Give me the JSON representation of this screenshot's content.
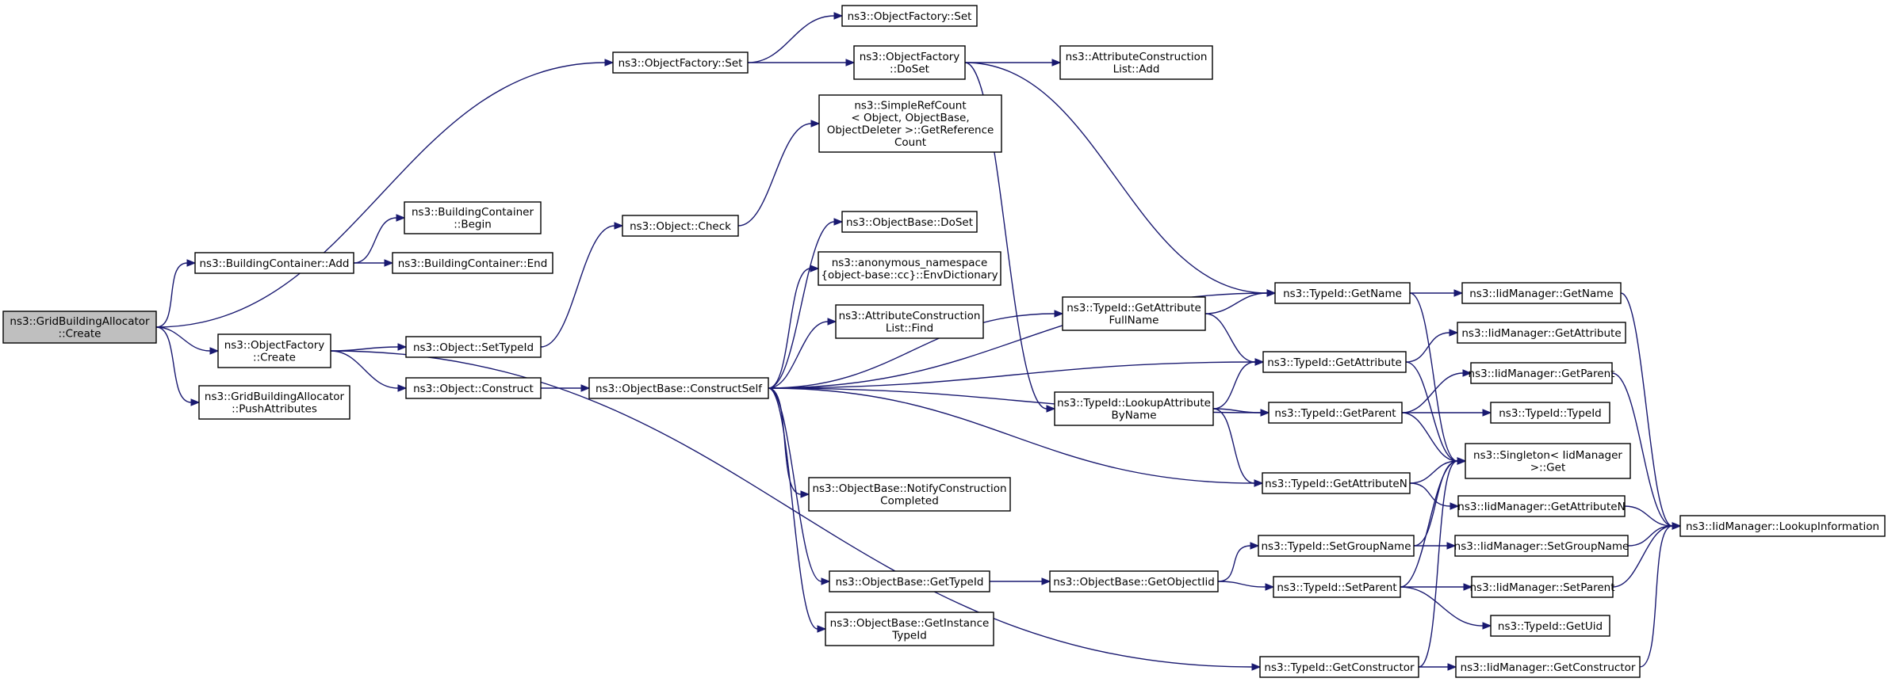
{
  "graph": {
    "colors": {
      "edge": "#191970",
      "node_border": "#000000",
      "node_fill": "#ffffff",
      "root_fill": "#bfbfbf"
    },
    "nodes": {
      "gba_create": [
        "ns3::GridBuildingAllocator",
        "::Create"
      ],
      "bc_add": [
        "ns3::BuildingContainer::Add"
      ],
      "bc_begin": [
        "ns3::BuildingContainer",
        "::Begin"
      ],
      "bc_end": [
        "ns3::BuildingContainer::End"
      ],
      "of_set_a": [
        "ns3::ObjectFactory::Set"
      ],
      "of_set_b": [
        "ns3::ObjectFactory::Set"
      ],
      "of_doset": [
        "ns3::ObjectFactory",
        "::DoSet"
      ],
      "acl_add": [
        "ns3::AttributeConstruction",
        "List::Add"
      ],
      "src_getref": [
        "ns3::SimpleRefCount",
        "< Object, ObjectBase,",
        "ObjectDeleter >::GetReference",
        "Count"
      ],
      "obj_check": [
        "ns3::Object::Check"
      ],
      "ob_doset": [
        "ns3::ObjectBase::DoSet"
      ],
      "envdict": [
        "ns3::anonymous_namespace",
        "{object-base::cc}::EnvDictionary"
      ],
      "acl_find": [
        "ns3::AttributeConstruction",
        "List::Find"
      ],
      "of_create": [
        "ns3::ObjectFactory",
        "::Create"
      ],
      "gba_push": [
        "ns3::GridBuildingAllocator",
        "::PushAttributes"
      ],
      "obj_settypeid": [
        "ns3::Object::SetTypeId"
      ],
      "obj_construct": [
        "ns3::Object::Construct"
      ],
      "ob_constructself": [
        "ns3::ObjectBase::ConstructSelf"
      ],
      "tid_getattrfullname": [
        "ns3::TypeId::GetAttribute",
        "FullName"
      ],
      "tid_lookupattr": [
        "ns3::TypeId::LookupAttribute",
        "ByName"
      ],
      "ob_notify": [
        "ns3::ObjectBase::NotifyConstruction",
        "Completed"
      ],
      "ob_gettypeid": [
        "ns3::ObjectBase::GetTypeId"
      ],
      "ob_getinstance": [
        "ns3::ObjectBase::GetInstance",
        "TypeId"
      ],
      "ob_getobjectiid": [
        "ns3::ObjectBase::GetObjectIid"
      ],
      "tid_getname": [
        "ns3::TypeId::GetName"
      ],
      "tid_getattribute": [
        "ns3::TypeId::GetAttribute"
      ],
      "tid_getparent": [
        "ns3::TypeId::GetParent"
      ],
      "tid_getattributen": [
        "ns3::TypeId::GetAttributeN"
      ],
      "tid_setgroupname": [
        "ns3::TypeId::SetGroupName"
      ],
      "tid_setparent": [
        "ns3::TypeId::SetParent"
      ],
      "tid_getconstructor": [
        "ns3::TypeId::GetConstructor"
      ],
      "iid_getname": [
        "ns3::IidManager::GetName"
      ],
      "iid_getattribute": [
        "ns3::IidManager::GetAttribute"
      ],
      "iid_getparent": [
        "ns3::IidManager::GetParent"
      ],
      "tid_typeid": [
        "ns3::TypeId::TypeId"
      ],
      "singleton_get": [
        "ns3::Singleton< IidManager",
        ">::Get"
      ],
      "iid_getattributen": [
        "ns3::IidManager::GetAttributeN"
      ],
      "iid_setgroupname": [
        "ns3::IidManager::SetGroupName"
      ],
      "iid_setparent": [
        "ns3::IidManager::SetParent"
      ],
      "tid_getuid": [
        "ns3::TypeId::GetUid"
      ],
      "iid_getconstructor": [
        "ns3::IidManager::GetConstructor"
      ],
      "iid_lookupinfo": [
        "ns3::IidManager::LookupInformation"
      ]
    },
    "edges": [
      [
        "gba_create",
        "bc_add"
      ],
      [
        "gba_create",
        "of_set_a"
      ],
      [
        "gba_create",
        "of_create"
      ],
      [
        "gba_create",
        "gba_push"
      ],
      [
        "bc_add",
        "bc_begin"
      ],
      [
        "bc_add",
        "bc_end"
      ],
      [
        "of_set_a",
        "of_set_b"
      ],
      [
        "of_set_a",
        "of_doset"
      ],
      [
        "of_doset",
        "acl_add"
      ],
      [
        "of_doset",
        "tid_getname"
      ],
      [
        "of_doset",
        "tid_lookupattr"
      ],
      [
        "of_create",
        "obj_settypeid"
      ],
      [
        "of_create",
        "obj_construct"
      ],
      [
        "of_create",
        "tid_getconstructor"
      ],
      [
        "obj_settypeid",
        "obj_check"
      ],
      [
        "obj_check",
        "src_getref"
      ],
      [
        "obj_construct",
        "ob_constructself"
      ],
      [
        "ob_constructself",
        "ob_doset"
      ],
      [
        "ob_constructself",
        "envdict"
      ],
      [
        "ob_constructself",
        "acl_find"
      ],
      [
        "ob_constructself",
        "tid_getname"
      ],
      [
        "ob_constructself",
        "tid_getattrfullname"
      ],
      [
        "ob_constructself",
        "tid_getattribute"
      ],
      [
        "ob_constructself",
        "tid_getparent"
      ],
      [
        "ob_constructself",
        "tid_getattributen"
      ],
      [
        "ob_constructself",
        "ob_notify"
      ],
      [
        "ob_constructself",
        "ob_gettypeid"
      ],
      [
        "ob_constructself",
        "ob_getinstance"
      ],
      [
        "tid_getattrfullname",
        "tid_getname"
      ],
      [
        "tid_getattrfullname",
        "tid_getattribute"
      ],
      [
        "tid_lookupattr",
        "tid_getattribute"
      ],
      [
        "tid_lookupattr",
        "tid_getparent"
      ],
      [
        "tid_lookupattr",
        "tid_getattributen"
      ],
      [
        "ob_gettypeid",
        "ob_getobjectiid"
      ],
      [
        "ob_getobjectiid",
        "tid_setgroupname"
      ],
      [
        "ob_getobjectiid",
        "tid_setparent"
      ],
      [
        "tid_getname",
        "iid_getname"
      ],
      [
        "tid_getname",
        "singleton_get"
      ],
      [
        "tid_getattribute",
        "iid_getattribute"
      ],
      [
        "tid_getattribute",
        "singleton_get"
      ],
      [
        "tid_getparent",
        "iid_getparent"
      ],
      [
        "tid_getparent",
        "tid_typeid"
      ],
      [
        "tid_getparent",
        "singleton_get"
      ],
      [
        "tid_getattributen",
        "singleton_get"
      ],
      [
        "tid_getattributen",
        "iid_getattributen"
      ],
      [
        "tid_setgroupname",
        "singleton_get"
      ],
      [
        "tid_setgroupname",
        "iid_setgroupname"
      ],
      [
        "tid_setparent",
        "singleton_get"
      ],
      [
        "tid_setparent",
        "iid_setparent"
      ],
      [
        "tid_setparent",
        "tid_getuid"
      ],
      [
        "tid_getconstructor",
        "singleton_get"
      ],
      [
        "tid_getconstructor",
        "iid_getconstructor"
      ],
      [
        "iid_getname",
        "iid_lookupinfo"
      ],
      [
        "iid_getparent",
        "iid_lookupinfo"
      ],
      [
        "iid_getattributen",
        "iid_lookupinfo"
      ],
      [
        "iid_setgroupname",
        "iid_lookupinfo"
      ],
      [
        "iid_setparent",
        "iid_lookupinfo"
      ],
      [
        "iid_getconstructor",
        "iid_lookupinfo"
      ]
    ]
  }
}
